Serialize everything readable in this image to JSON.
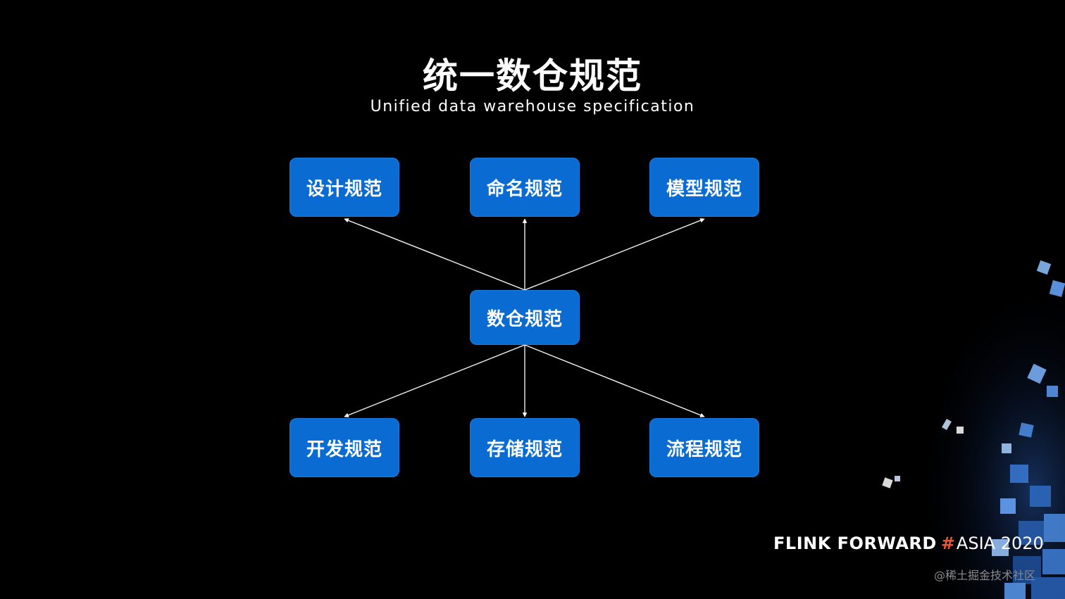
{
  "slide": {
    "title": "统一数仓规范",
    "subtitle": "Unified data warehouse specification"
  },
  "diagram": {
    "center": {
      "id": "center",
      "label": "数仓规范"
    },
    "top": [
      {
        "id": "design",
        "label": "设计规范"
      },
      {
        "id": "naming",
        "label": "命名规范"
      },
      {
        "id": "model",
        "label": "模型规范"
      }
    ],
    "bottom": [
      {
        "id": "develop",
        "label": "开发规范"
      },
      {
        "id": "storage",
        "label": "存储规范"
      },
      {
        "id": "process",
        "label": "流程规范"
      }
    ],
    "edges": [
      {
        "from": "center",
        "to": "design"
      },
      {
        "from": "center",
        "to": "naming"
      },
      {
        "from": "center",
        "to": "model"
      },
      {
        "from": "center",
        "to": "develop"
      },
      {
        "from": "center",
        "to": "storage"
      },
      {
        "from": "center",
        "to": "process"
      }
    ]
  },
  "brand": {
    "name": "FLINK FORWARD",
    "hash": "#",
    "event": "ASIA 2020"
  },
  "watermark": "@稀土掘金技术社区",
  "colors": {
    "background": "#000000",
    "node_fill": "#0a6cd2",
    "text": "#ffffff",
    "edge": "#ffffff",
    "brand_accent": "#f2542d"
  }
}
